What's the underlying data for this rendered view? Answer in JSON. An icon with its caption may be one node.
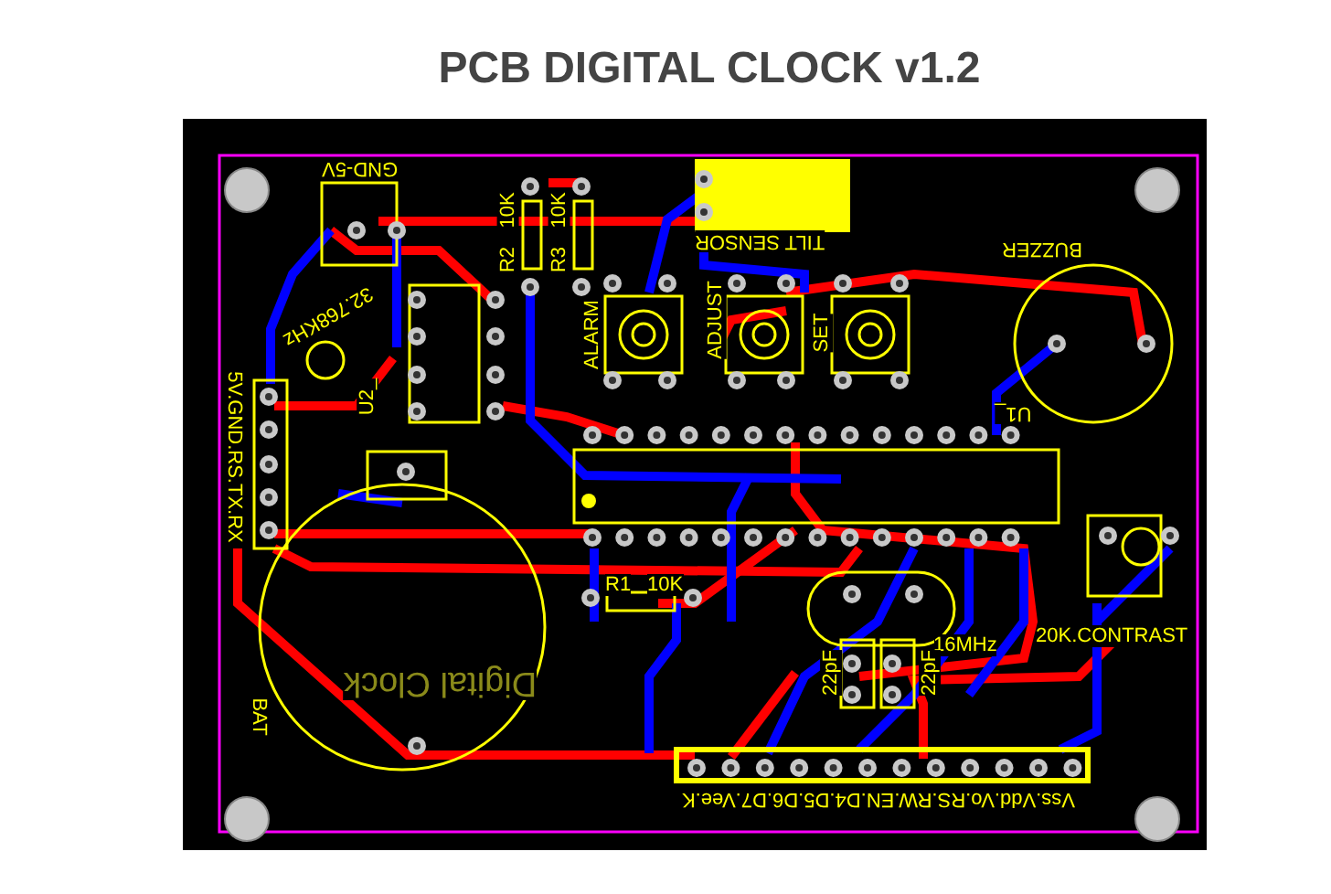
{
  "diagram": {
    "title": "PCB DIGITAL CLOCK v1.2",
    "labels": [
      "GND-5V",
      "10K",
      "R2",
      "10K",
      "R3",
      "TILT SENSOR",
      "BUZZER",
      "32.768KHz",
      "U2_",
      "5V.GND.RS.TX.RX",
      "ALARM",
      "ADJUST",
      "SET",
      "U1_",
      "R1",
      "10K",
      "16MHz",
      "22pF",
      "22pF",
      "20K.CONTRAST",
      "BAT",
      "Digital Clock",
      "Vss.Vdd.Vo.RS.RW.EN.D4.D5.D6.D7.Vee.K"
    ]
  }
}
